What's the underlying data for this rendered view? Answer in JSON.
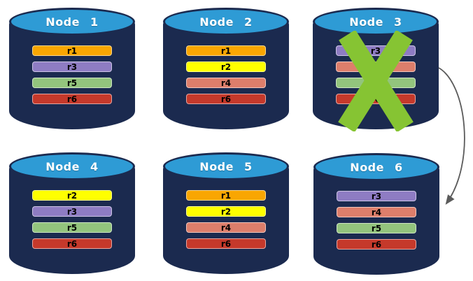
{
  "diagram": {
    "description": "Distributed database replica placement across six nodes; Node 3 has failed (green X) and its replicas fail over to Node 6 (arrow).",
    "colors": {
      "cylinder_body": "#1B2A4F",
      "cylinder_top": "#2E9BD5",
      "failure_x": "#86C433",
      "arrow": "#5B5B5B"
    },
    "nodes": [
      {
        "label": "Node 1",
        "failed": false,
        "replicas": [
          {
            "name": "r1",
            "color": "#F9A602"
          },
          {
            "name": "r3",
            "color": "#8E7CC3"
          },
          {
            "name": "r5",
            "color": "#93C47D"
          },
          {
            "name": "r6",
            "color": "#C5392B"
          }
        ]
      },
      {
        "label": "Node 2",
        "failed": false,
        "replicas": [
          {
            "name": "r1",
            "color": "#F9A602"
          },
          {
            "name": "r2",
            "color": "#FFFF00"
          },
          {
            "name": "r4",
            "color": "#DD7E6B"
          },
          {
            "name": "r6",
            "color": "#C5392B"
          }
        ]
      },
      {
        "label": "Node 3",
        "failed": true,
        "replicas": [
          {
            "name": "r3",
            "color": "#8E7CC3"
          },
          {
            "name": "r4",
            "color": "#DD7E6B"
          },
          {
            "name": "r5",
            "color": "#93C47D"
          },
          {
            "name": "r6",
            "color": "#C5392B"
          }
        ]
      },
      {
        "label": "Node 4",
        "failed": false,
        "replicas": [
          {
            "name": "r2",
            "color": "#FFFF00"
          },
          {
            "name": "r3",
            "color": "#8E7CC3"
          },
          {
            "name": "r5",
            "color": "#93C47D"
          },
          {
            "name": "r6",
            "color": "#C5392B"
          }
        ]
      },
      {
        "label": "Node 5",
        "failed": false,
        "replicas": [
          {
            "name": "r1",
            "color": "#F9A602"
          },
          {
            "name": "r2",
            "color": "#FFFF00"
          },
          {
            "name": "r4",
            "color": "#DD7E6B"
          },
          {
            "name": "r6",
            "color": "#C5392B"
          }
        ]
      },
      {
        "label": "Node 6",
        "failed": false,
        "replicas": [
          {
            "name": "r3",
            "color": "#8E7CC3"
          },
          {
            "name": "r4",
            "color": "#DD7E6B"
          },
          {
            "name": "r5",
            "color": "#93C47D"
          },
          {
            "name": "r6",
            "color": "#C5392B"
          }
        ]
      }
    ],
    "arrow": {
      "from": "Node 3",
      "to": "Node 6"
    }
  }
}
